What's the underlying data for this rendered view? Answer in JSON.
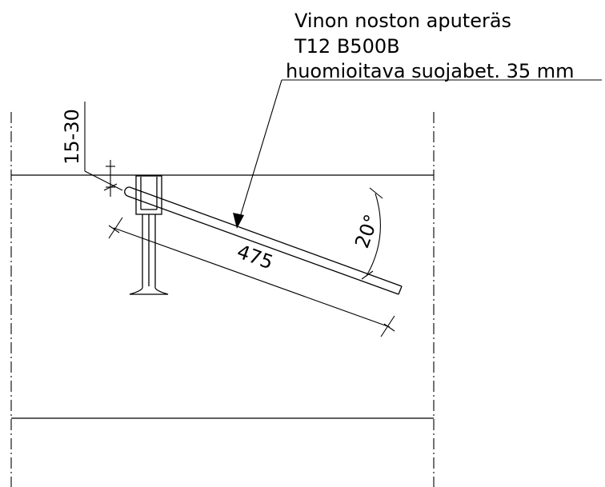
{
  "annotation": {
    "line1": "Vinon noston aputeräs",
    "line2": "T12 B500B",
    "line3": "huomioitava suojabet. 35 mm"
  },
  "dimensions": {
    "cover": "15-30",
    "length": "475",
    "angle": "20°"
  }
}
